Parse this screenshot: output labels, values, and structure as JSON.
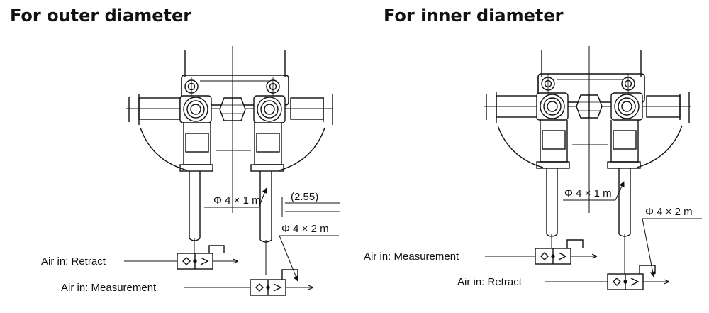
{
  "panels": [
    {
      "title": "For outer diameter",
      "labels": {
        "tube_short": "Φ 4 × 1 m",
        "gap": "(2.55)",
        "tube_long": "Φ 4 × 2 m",
        "air_upper": "Air in: Retract",
        "air_lower": "Air in: Measurement"
      }
    },
    {
      "title": "For inner diameter",
      "labels": {
        "tube_short": "Φ 4 × 1 m",
        "tube_long": "Φ 4 × 2 m",
        "air_upper": "Air in: Measurement",
        "air_lower": "Air in: Retract"
      }
    }
  ]
}
